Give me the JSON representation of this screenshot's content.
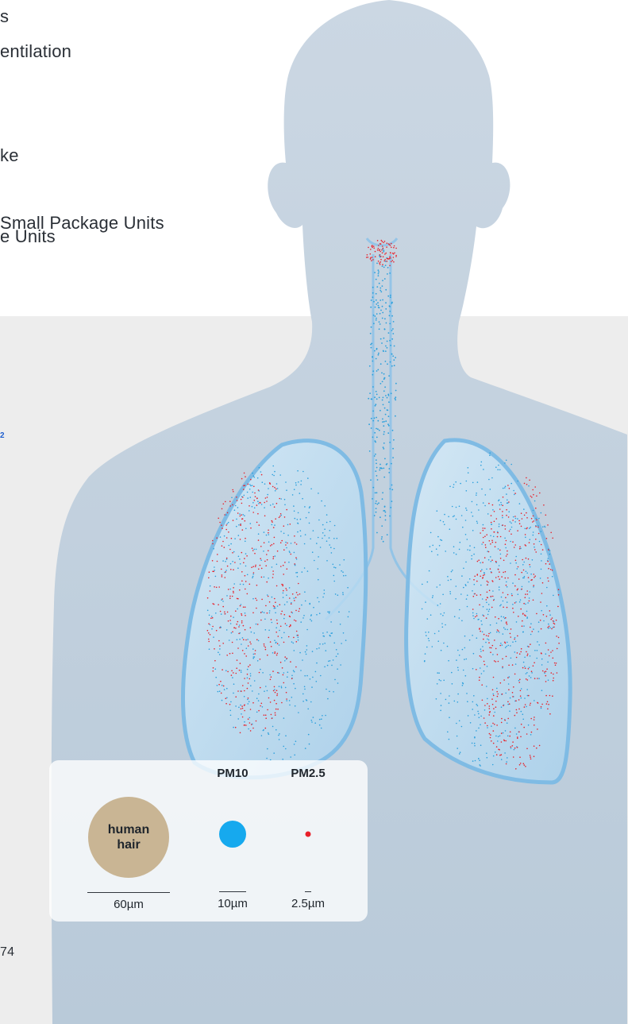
{
  "left_text": [
    "s",
    "entilation",
    "ke",
    "Small Package Units",
    "e Units",
    "2",
    "74"
  ],
  "legend": {
    "hair": {
      "label": "human hair",
      "size": "60µm",
      "color": "#c9b594"
    },
    "pm10": {
      "title": "PM10",
      "size": "10µm",
      "color": "#16a9ee"
    },
    "pm25": {
      "title": "PM2.5",
      "size": "2.5µm",
      "color": "#e8202a"
    }
  },
  "particle_colors": {
    "pm10": "#2a9fdc",
    "pm25": "#e8202a"
  }
}
